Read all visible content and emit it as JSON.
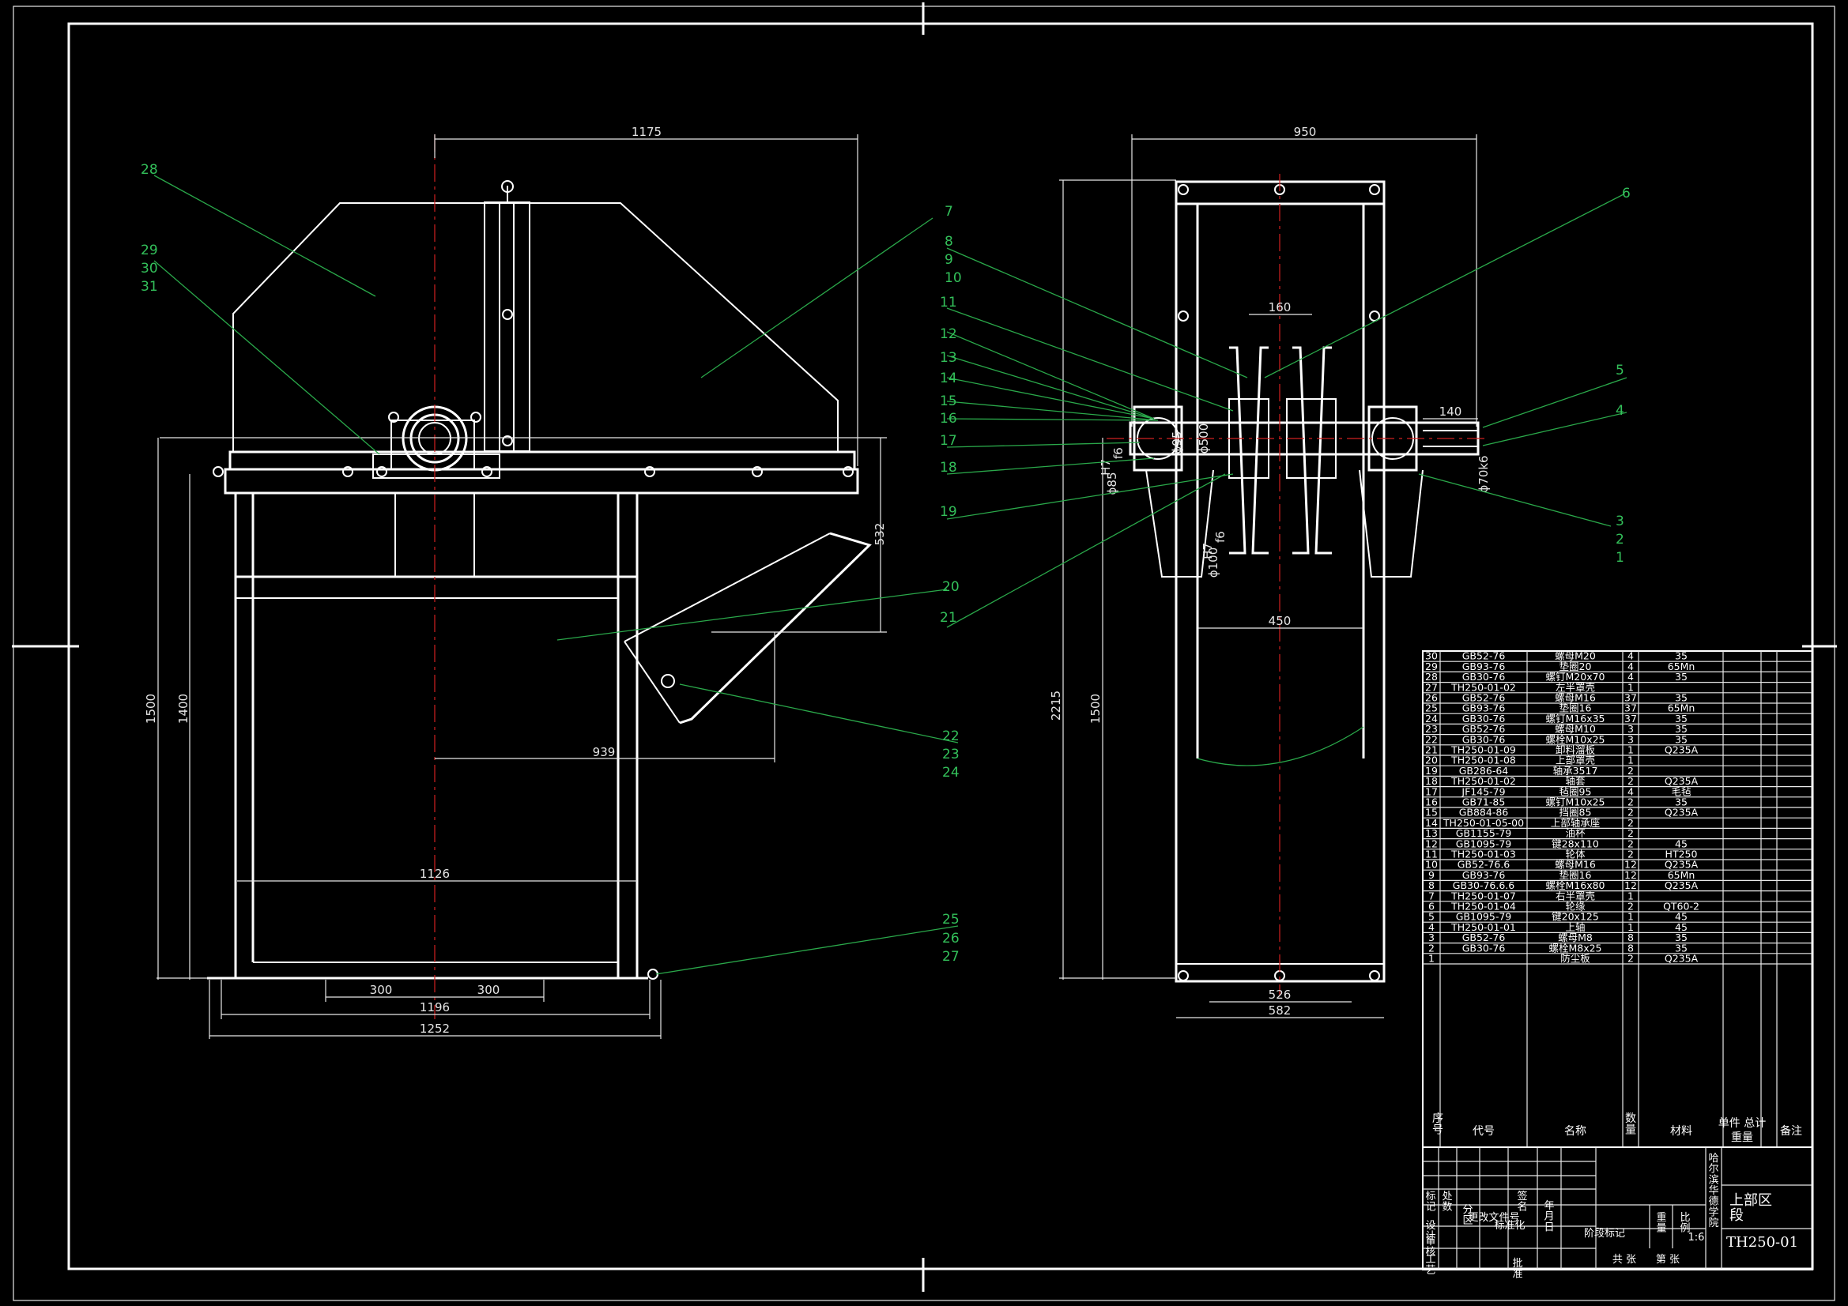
{
  "dimensions": {
    "w1175": "1175",
    "w950": "950",
    "d160": "160",
    "d140": "140",
    "h532": "532",
    "h1500a": "1500",
    "h1400": "1400",
    "w939": "939",
    "w1126": "1126",
    "w300a": "300",
    "w300b": "300",
    "w1196": "1196",
    "w1252": "1252",
    "h2215": "2215",
    "h1500b": "1500",
    "w450": "450",
    "w526": "526",
    "w582": "582",
    "phi95": "ϕ95",
    "phi500": "ϕ500",
    "phi85": "ϕ85",
    "h7f6a": "H7\nf6",
    "phi100": "ϕ100",
    "h7f6b": "H7\nf6",
    "phi70": "ϕ70k6"
  },
  "leaders": {
    "l28": "28",
    "l29": "29",
    "l30": "30",
    "l31": "31",
    "l7": "7",
    "l8": "8",
    "l9": "9",
    "l10": "10",
    "l11": "11",
    "l12": "12",
    "l13": "13",
    "l14": "14",
    "l15": "15",
    "l16": "16",
    "l17": "17",
    "l18": "18",
    "l19": "19",
    "l20": "20",
    "l21": "21",
    "l22": "22",
    "l23": "23",
    "l24": "24",
    "l25": "25",
    "l26": "26",
    "l27": "27",
    "l6": "6",
    "l5": "5",
    "l4": "4",
    "l3": "3",
    "l2": "2",
    "l1": "1"
  },
  "bom": {
    "rows": [
      [
        "30",
        "GB52-76",
        "螺母M20",
        "4",
        "35",
        "",
        ""
      ],
      [
        "29",
        "GB93-76",
        "垫圈20",
        "4",
        "65Mn",
        "",
        ""
      ],
      [
        "28",
        "GB30-76",
        "螺钉M20x70",
        "4",
        "35",
        "",
        ""
      ],
      [
        "27",
        "TH250-01-02",
        "左半罩壳",
        "1",
        "",
        "",
        ""
      ],
      [
        "26",
        "GB52-76",
        "螺母M16",
        "37",
        "35",
        "",
        ""
      ],
      [
        "25",
        "GB93-76",
        "垫圈16",
        "37",
        "65Mn",
        "",
        ""
      ],
      [
        "24",
        "GB30-76",
        "螺钉M16x35",
        "37",
        "35",
        "",
        ""
      ],
      [
        "23",
        "GB52-76",
        "螺母M10",
        "3",
        "35",
        "",
        ""
      ],
      [
        "22",
        "GB30-76",
        "螺栓M10x25",
        "3",
        "35",
        "",
        ""
      ],
      [
        "21",
        "TH250-01-09",
        "卸料溜板",
        "1",
        "Q235A",
        "",
        ""
      ],
      [
        "20",
        "TH250-01-08",
        "上部罩壳",
        "1",
        "",
        "",
        ""
      ],
      [
        "19",
        "GB286-64",
        "轴承3517",
        "2",
        "",
        "",
        ""
      ],
      [
        "18",
        "TH250-01-02",
        "轴套",
        "2",
        "Q235A",
        "",
        ""
      ],
      [
        "17",
        "JF145-79",
        "毡圈95",
        "4",
        "毛毡",
        "",
        ""
      ],
      [
        "16",
        "GB71-85",
        "螺钉M10x25",
        "2",
        "35",
        "",
        ""
      ],
      [
        "15",
        "GB884-86",
        "挡圈85",
        "2",
        "Q235A",
        "",
        ""
      ],
      [
        "14",
        "TH250-01-05-00",
        "上部轴承座",
        "2",
        "",
        "",
        ""
      ],
      [
        "13",
        "GB1155-79",
        "油杯",
        "2",
        "",
        "",
        ""
      ],
      [
        "12",
        "GB1095-79",
        "键28x110",
        "2",
        "45",
        "",
        ""
      ],
      [
        "11",
        "TH250-01-03",
        "轮体",
        "2",
        "HT250",
        "",
        ""
      ],
      [
        "10",
        "GB52-76.6",
        "螺母M16",
        "12",
        "Q235A",
        "",
        ""
      ],
      [
        "9",
        "GB93-76",
        "垫圈16",
        "12",
        "65Mn",
        "",
        ""
      ],
      [
        "8",
        "GB30-76.6.6",
        "螺栓M16x80",
        "12",
        "Q235A",
        "",
        ""
      ],
      [
        "7",
        "TH250-01-07",
        "右半罩壳",
        "1",
        "",
        "",
        ""
      ],
      [
        "6",
        "TH250-01-04",
        "轮缘",
        "2",
        "QT60-2",
        "",
        ""
      ],
      [
        "5",
        "GB1095-79",
        "键20x125",
        "1",
        "45",
        "",
        ""
      ],
      [
        "4",
        "TH250-01-01",
        "上轴",
        "1",
        "45",
        "",
        ""
      ],
      [
        "3",
        "GB52-76",
        "螺母M8",
        "8",
        "35",
        "",
        ""
      ],
      [
        "2",
        "GB30-76",
        "螺栓M8x25",
        "8",
        "35",
        "",
        ""
      ],
      [
        "1",
        "",
        "防尘板",
        "2",
        "Q235A",
        "",
        ""
      ]
    ],
    "header": {
      "seq": "序\n号",
      "code": "代号",
      "name": "名称",
      "qty": "数\n量",
      "material": "材料",
      "unit_total": "单件 总计",
      "weight": "重量",
      "remark": "备注"
    }
  },
  "title_block": {
    "school": "哈\n尔\n滨\n华\n德\n学\n院",
    "drawing_title": "上部区\n段",
    "drawing_no": "TH250-01",
    "labels": {
      "mark": "标\n记",
      "count": "处\n数",
      "zone": "分\n区",
      "change_doc": "更改文件号",
      "sign": "签\n名",
      "date": "年\n月\n日",
      "design": "设\n计",
      "standardize": "标准化",
      "review": "审\n核",
      "process": "工\n艺",
      "approve": "批\n准",
      "stage": "阶段标记",
      "weight": "重\n量",
      "scale": "比\n例",
      "scale_val": "1:6",
      "total": "共 张",
      "sheet": "第 张"
    }
  }
}
